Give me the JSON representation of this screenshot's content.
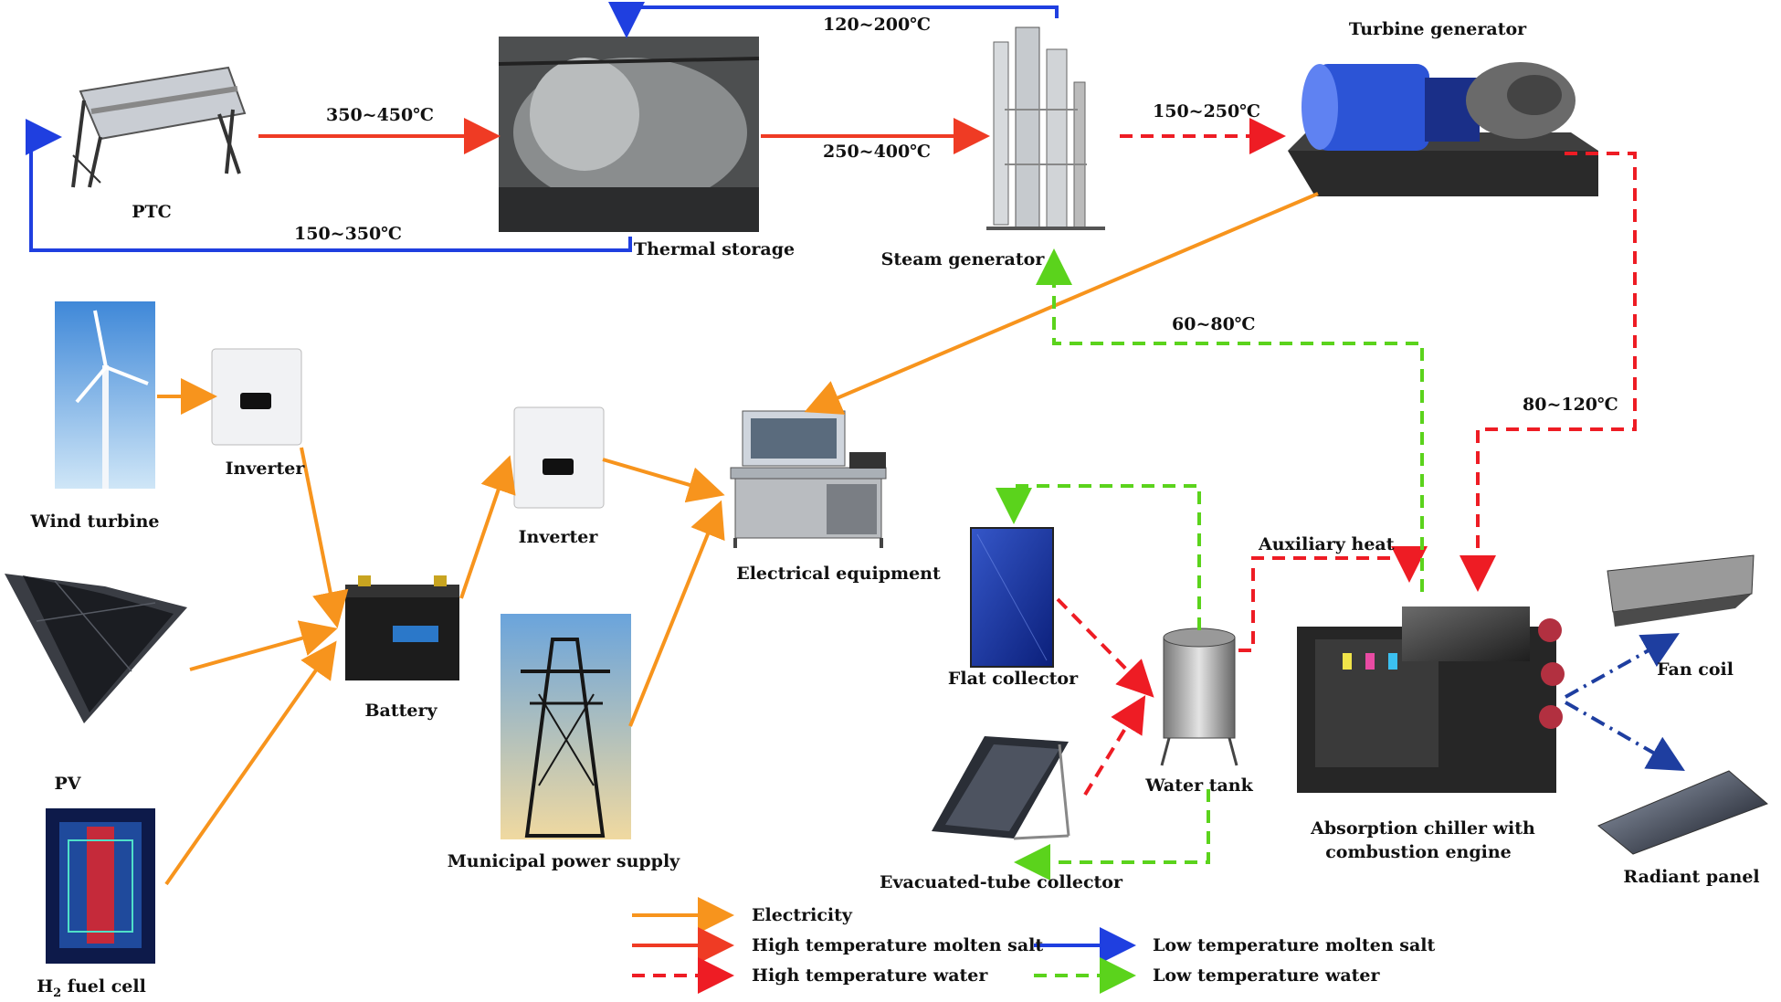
{
  "colors": {
    "electricity": "#f7941d",
    "high_salt": "#ef3b24",
    "low_salt": "#1f3fe0",
    "high_water": "#ee1c24",
    "low_water": "#5bd31c",
    "cooling": "#1e3ea0"
  },
  "components": {
    "ptc": "PTC",
    "thermal_storage": "Thermal storage",
    "steam_generator": "Steam generator",
    "turbine_generator": "Turbine generator",
    "wind_turbine": "Wind turbine",
    "inverter_1": "Inverter",
    "inverter_2": "Inverter",
    "pv": "PV",
    "battery": "Battery",
    "fuel_cell_h": "H",
    "fuel_cell_sub": "2",
    "fuel_cell_rest": " fuel cell",
    "municipal": "Municipal power supply",
    "electrical_equipment": "Electrical equipment",
    "flat_collector": "Flat collector",
    "evacuated_tube": "Evacuated-tube collector",
    "water_tank": "Water tank",
    "chiller_line1": "Absorption chiller with",
    "chiller_line2": "combustion engine",
    "fan_coil": "Fan coil",
    "radiant_panel": "Radiant panel"
  },
  "flows": {
    "ptc_to_storage": "350~450℃",
    "storage_to_ptc": "150~350℃",
    "steam_to_storage": "120~200℃",
    "storage_to_steam": "250~400℃",
    "steam_to_turbine": "150~250℃",
    "return_to_steam": "60~80℃",
    "turbine_to_chiller": "80~120℃",
    "auxiliary": "Auxiliary  heat"
  },
  "legend": {
    "electricity": "Electricity",
    "high_salt": "High temperature molten salt",
    "high_water": "High temperature water",
    "low_salt": "Low temperature molten salt",
    "low_water": "Low temperature water"
  }
}
